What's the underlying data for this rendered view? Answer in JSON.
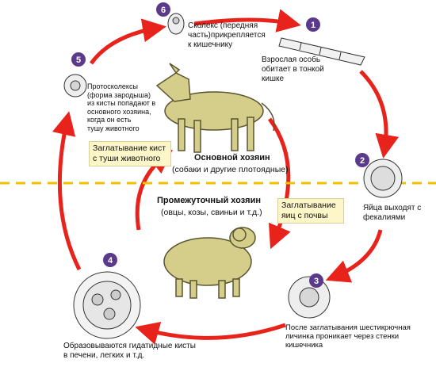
{
  "steps": [
    {
      "number": "1",
      "text": "Взрослая особь\nобитает в тонкой\nкишке"
    },
    {
      "number": "2",
      "text": "Яйца выходят с\nфекалиями"
    },
    {
      "number": "3",
      "text": "После заглатывания шестикрючная\nличинка проникает через стенки\nкишечника"
    },
    {
      "number": "4",
      "text": "Образовываются гидатидные кисты\nв печени, легких и т.д."
    },
    {
      "number": "5",
      "text": "Протосколексы\n(форма зародыша)\nиз кисты попадают в\nосновного хозяина,\nкогда он есть\nтушу животного"
    },
    {
      "number": "6",
      "text": "Сколекс (передняя\nчасть)прикрепляется\nк кишечнику"
    }
  ],
  "definitive_host": {
    "title": "Основной хозяин",
    "subtitle": "(собаки и другие плотоядные)"
  },
  "intermediate_host": {
    "title": "Промежуточный хозяин",
    "subtitle": "(овцы, козы, свиньи и т.д.)"
  },
  "route_labels": {
    "to_definitive": "Заглатывание кист\nс туши животного",
    "to_intermediate": "Заглатывание\nяиц с почвы"
  },
  "colors": {
    "arrow": "#e8231b",
    "divider": "#f2c200",
    "badge": "#5b3a8c",
    "label_box": "#fdf6c8",
    "animal": "#d5ce8a"
  }
}
